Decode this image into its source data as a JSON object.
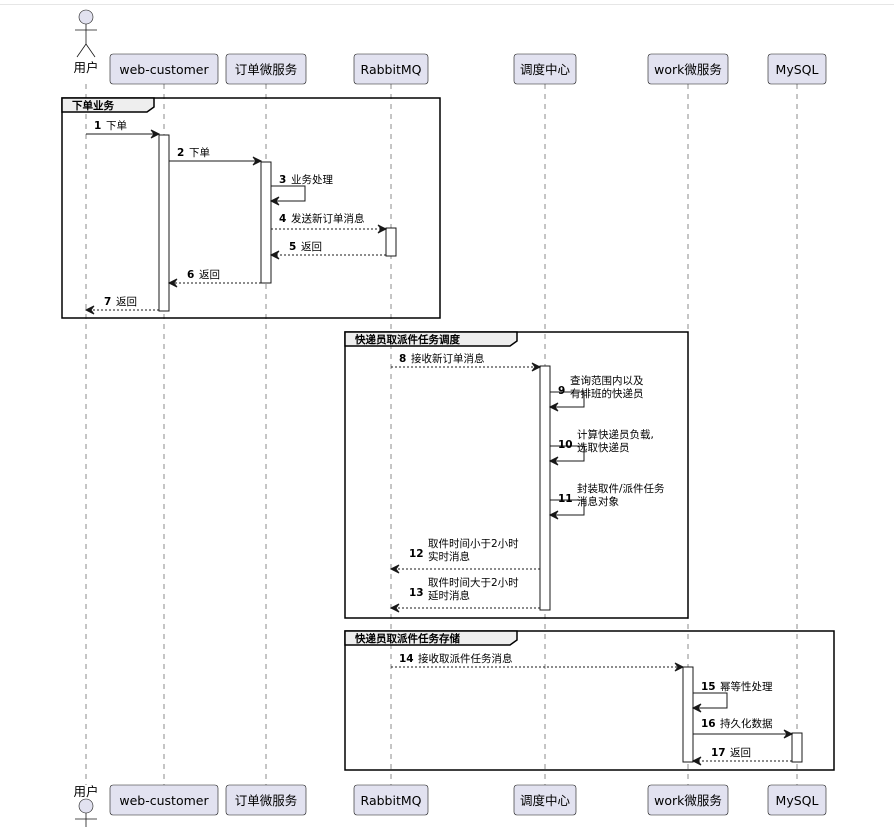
{
  "participants": [
    {
      "id": "user",
      "label": "用户",
      "kind": "actor"
    },
    {
      "id": "webc",
      "label": "web-customer",
      "kind": "box"
    },
    {
      "id": "order",
      "label": "订单微服务",
      "kind": "box"
    },
    {
      "id": "mq",
      "label": "RabbitMQ",
      "kind": "box"
    },
    {
      "id": "dispatch",
      "label": "调度中心",
      "kind": "box"
    },
    {
      "id": "work",
      "label": "work微服务",
      "kind": "box"
    },
    {
      "id": "mysql",
      "label": "MySQL",
      "kind": "box"
    }
  ],
  "fragments": [
    {
      "label": "下单业务"
    },
    {
      "label": "快递员取派件任务调度"
    },
    {
      "label": "快递员取派件任务存储"
    }
  ],
  "messages": [
    {
      "num": "1",
      "from": "user",
      "to": "webc",
      "lines": [
        "下单"
      ],
      "style": "solid"
    },
    {
      "num": "2",
      "from": "webc",
      "to": "order",
      "lines": [
        "下单"
      ],
      "style": "solid"
    },
    {
      "num": "3",
      "from": "order",
      "to": "order",
      "lines": [
        "业务处理"
      ],
      "style": "solid"
    },
    {
      "num": "4",
      "from": "order",
      "to": "mq",
      "lines": [
        "发送新订单消息"
      ],
      "style": "dashed"
    },
    {
      "num": "5",
      "from": "mq",
      "to": "order",
      "lines": [
        "返回"
      ],
      "style": "dashed"
    },
    {
      "num": "6",
      "from": "order",
      "to": "webc",
      "lines": [
        "返回"
      ],
      "style": "dashed"
    },
    {
      "num": "7",
      "from": "webc",
      "to": "user",
      "lines": [
        "返回"
      ],
      "style": "dashed"
    },
    {
      "num": "8",
      "from": "mq",
      "to": "dispatch",
      "lines": [
        "接收新订单消息"
      ],
      "style": "dashed"
    },
    {
      "num": "9",
      "from": "dispatch",
      "to": "dispatch",
      "lines": [
        "查询范围内以及",
        "有排班的快递员"
      ],
      "style": "solid"
    },
    {
      "num": "10",
      "from": "dispatch",
      "to": "dispatch",
      "lines": [
        "计算快递员负载,",
        "选取快递员"
      ],
      "style": "solid"
    },
    {
      "num": "11",
      "from": "dispatch",
      "to": "dispatch",
      "lines": [
        "封装取件/派件任务",
        "消息对象"
      ],
      "style": "solid"
    },
    {
      "num": "12",
      "from": "dispatch",
      "to": "mq",
      "lines": [
        "取件时间小于2小时",
        "实时消息"
      ],
      "style": "dashed"
    },
    {
      "num": "13",
      "from": "dispatch",
      "to": "mq",
      "lines": [
        "取件时间大于2小时",
        "延时消息"
      ],
      "style": "dashed"
    },
    {
      "num": "14",
      "from": "mq",
      "to": "work",
      "lines": [
        "接收取派件任务消息"
      ],
      "style": "dashed"
    },
    {
      "num": "15",
      "from": "work",
      "to": "work",
      "lines": [
        "幂等性处理"
      ],
      "style": "solid"
    },
    {
      "num": "16",
      "from": "work",
      "to": "mysql",
      "lines": [
        "持久化数据"
      ],
      "style": "solid"
    },
    {
      "num": "17",
      "from": "mysql",
      "to": "work",
      "lines": [
        "返回"
      ],
      "style": "dashed"
    }
  ]
}
